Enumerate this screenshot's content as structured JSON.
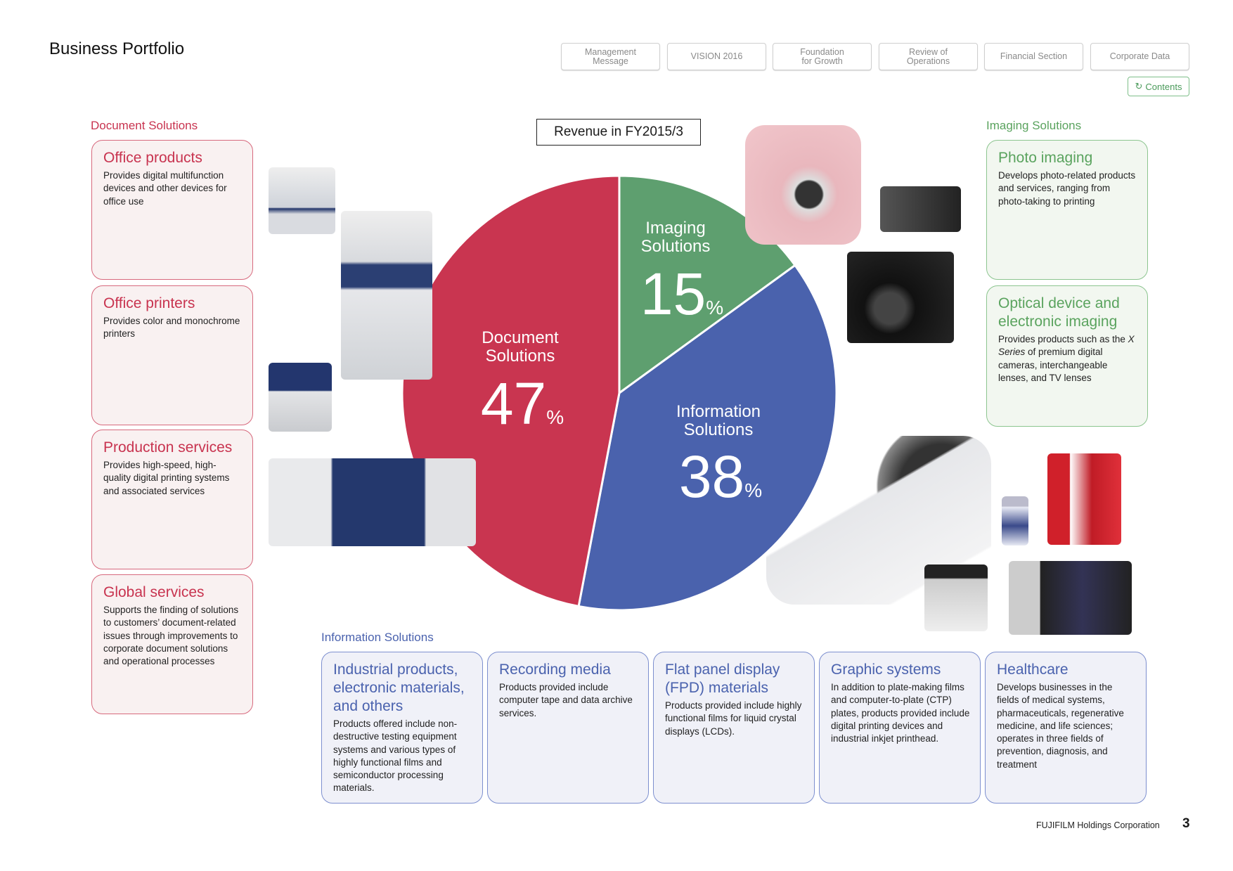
{
  "header": {
    "title": "Business Portfolio",
    "nav": [
      "Management\nMessage",
      "VISION 2016",
      "Foundation\nfor Growth",
      "Review of\nOperations",
      "Financial Section",
      "Corporate Data"
    ],
    "contents": "Contents"
  },
  "document_solutions": {
    "label": "Document Solutions",
    "items": [
      {
        "title": "Office products",
        "text": "Provides digital multifunction devices and other devices for office use"
      },
      {
        "title": "Office printers",
        "text": "Provides color and monochrome printers"
      },
      {
        "title": "Production services",
        "text": "Provides high-speed, high-quality digital printing systems and associated services"
      },
      {
        "title": "Global services",
        "text": "Supports the finding of solutions to customers’ document-related issues through improvements to corporate document solutions and operational processes"
      }
    ]
  },
  "imaging_solutions": {
    "label": "Imaging Solutions",
    "items": [
      {
        "title": "Photo imaging",
        "text": "Develops photo-related products and services, ranging from photo-taking to printing"
      },
      {
        "title": "Optical device and electronic imaging",
        "text_italic": "X Series",
        "text_pre": "Provides products such as the ",
        "text": " of premium digital cameras, interchangeable lenses, and TV lenses"
      }
    ]
  },
  "information_solutions": {
    "label": "Information Solutions",
    "items": [
      {
        "title": "Industrial products, electronic materials, and others",
        "text": "Products offered include non-destructive testing equipment systems and various types of highly functional films and semiconductor processing materials."
      },
      {
        "title": "Recording media",
        "text": "Products provided include computer tape and data archive services."
      },
      {
        "title": "Flat panel display (FPD) materials",
        "text": "Products provided include highly functional films for liquid crystal displays (LCDs)."
      },
      {
        "title": "Graphic systems",
        "text": "In addition to plate-making films and computer-to-plate (CTP) plates, products provided include digital printing devices and industrial inkjet printhead."
      },
      {
        "title": "Healthcare",
        "text": "Develops businesses in the fields of medical systems, pharmaceuticals, regenerative medicine, and life sciences; operates in three fields of prevention, diagnosis, and treatment"
      }
    ]
  },
  "chart_data": {
    "type": "pie",
    "title": "Revenue in FY2015/3",
    "unit": "%",
    "slices": [
      {
        "label": "Imaging\nSolutions",
        "value": 15,
        "color": "#5e9f6f"
      },
      {
        "label": "Information\nSolutions",
        "value": 38,
        "color": "#4a62ad"
      },
      {
        "label": "Document\nSolutions",
        "value": 47,
        "color": "#c93550"
      }
    ]
  },
  "footer": {
    "company": "FUJIFILM Holdings Corporation",
    "page": "3"
  }
}
